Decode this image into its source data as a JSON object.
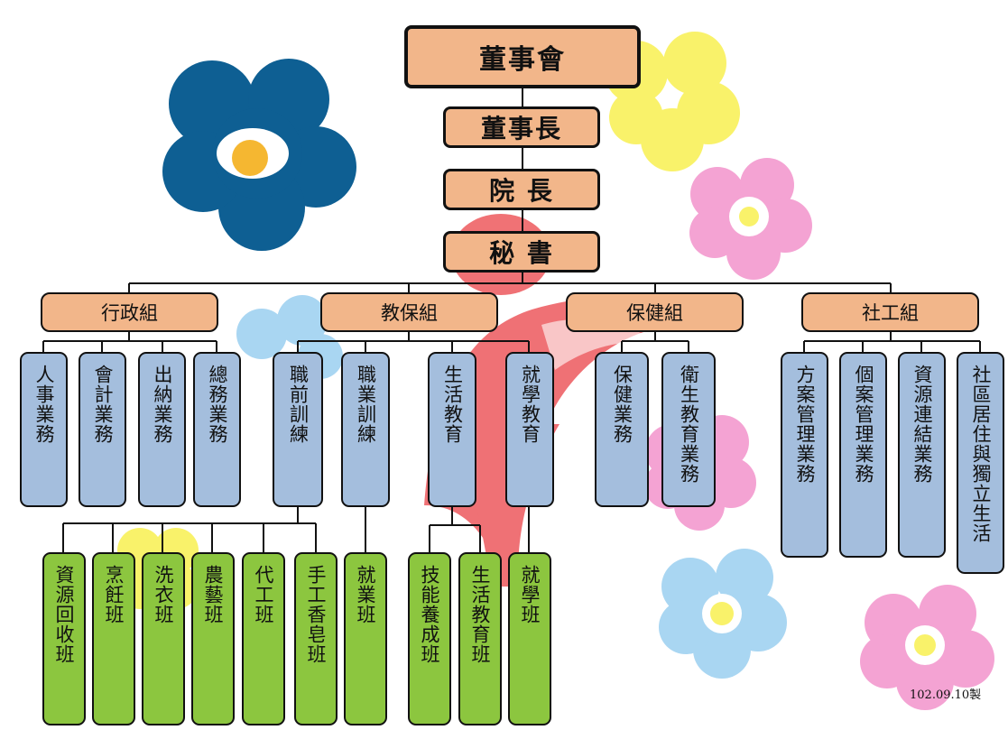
{
  "top": {
    "board": "董事會",
    "chairman": "董事長",
    "director": "院 長",
    "secretary": "秘 書"
  },
  "groups": {
    "admin": "行政組",
    "care": "教保組",
    "health": "保健組",
    "social": "社工組"
  },
  "tasks": {
    "personnel": "人事業務",
    "accounting": "會計業務",
    "cashier": "出納業務",
    "general": "總務業務",
    "prevoc": "職前訓練",
    "voc": "職業訓練",
    "lifeedu": "生活教育",
    "schoolingedu": "就學教育",
    "healthcare": "保健業務",
    "hygieneedu": "衛生教育業務",
    "casemgmt": "方案管理業務",
    "individual": "個案管理業務",
    "resource": "資源連結業務",
    "community": "社區居住與獨立生活"
  },
  "classes": {
    "recycle": "資源回收班",
    "cooking": "烹飪班",
    "laundry": "洗衣班",
    "farming": "農藝班",
    "contract": "代工班",
    "soap": "手工香皂班",
    "employment": "就業班",
    "skill": "技能養成班",
    "lifeclass": "生活教育班",
    "schooling": "就學班"
  },
  "footer": {
    "date": "102.09.10製"
  },
  "colors": {
    "top_box": "#f2b68a",
    "task_box": "#a4bedd",
    "class_box": "#8cc63f",
    "flower_blue_dark": "#0e5f93",
    "flower_pink": "#f4a3d3",
    "flower_yellow": "#f9f26a",
    "flower_light_blue": "#a9d6f2",
    "figure_red": "#ef6a6e"
  }
}
